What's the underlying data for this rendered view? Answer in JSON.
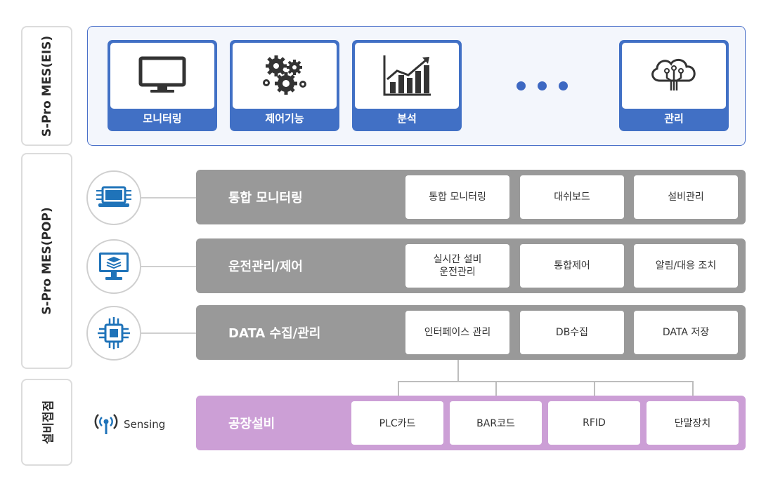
{
  "sections": {
    "eis": "S-Pro MES(EIS)",
    "pop": "S-Pro MES(POP)",
    "equip": "설비접점"
  },
  "eis_cards": [
    "모니터링",
    "제어기능",
    "분석",
    "관리"
  ],
  "pop_rows": [
    {
      "title": "통합 모니터링",
      "items": [
        "통합 모니터링",
        "대쉬보드",
        "설비관리"
      ]
    },
    {
      "title": "운전관리/제어",
      "items": [
        "실시간 설비\n운전관리",
        "통합제어",
        "알림/대응 조치"
      ]
    },
    {
      "title": "DATA 수집/관리",
      "items": [
        "인터페이스 관리",
        "DB수집",
        "DATA 저장"
      ]
    }
  ],
  "factory": {
    "title": "공장설비",
    "items": [
      "PLC카드",
      "BAR코드",
      "RFID",
      "단말장치"
    ]
  },
  "sensing": "Sensing",
  "colors": {
    "eis_blue": "#4170c5",
    "row_gray": "#999999",
    "factory_purple": "#cc9fd6",
    "icon_blue": "#1f73b9"
  }
}
